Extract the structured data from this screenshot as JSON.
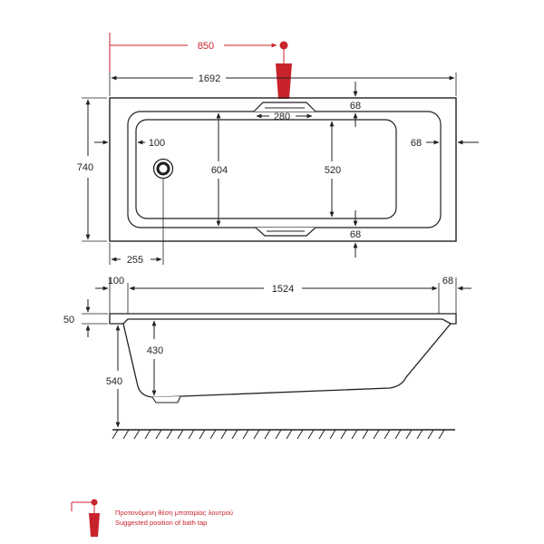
{
  "plan_view": {
    "tap_distance": "850",
    "overall_length": "1692",
    "overall_width": "740",
    "tap_hole_width": "280",
    "rim_top": "68",
    "rim_end": "68",
    "rim_bottom": "68",
    "waste_offset": "100",
    "inner_width_left": "604",
    "inner_width_right": "520",
    "waste_position": "255"
  },
  "side_view": {
    "left_rim": "100",
    "inner_length": "1524",
    "right_rim": "68",
    "rim_height": "50",
    "inner_depth": "430",
    "total_height": "540"
  },
  "legend": {
    "label_greek": "Προτεινόμενη θέση μπαταρίας λουτρού",
    "label_english": "Suggested position of bath tap"
  },
  "colors": {
    "line": "#231f20",
    "accent": "#c8232c"
  }
}
